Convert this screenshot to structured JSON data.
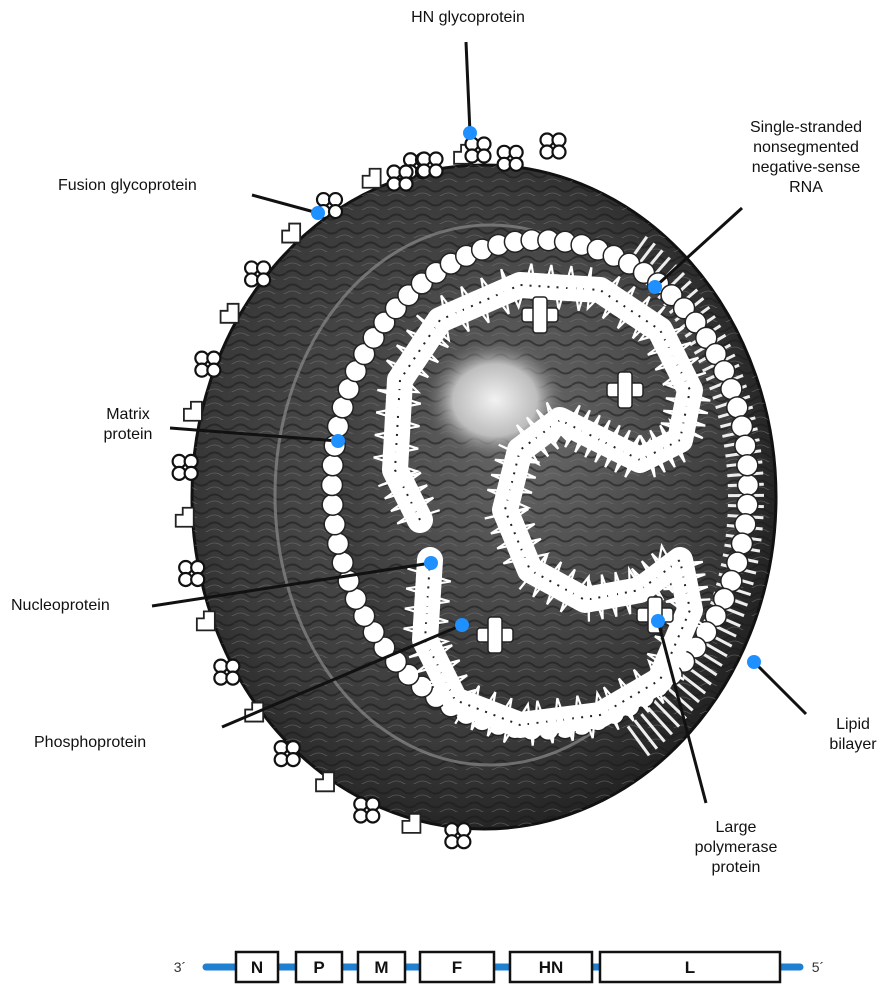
{
  "labels": {
    "hn": "HN glycoprotein",
    "fusion": "Fusion glycoprotein",
    "rna": [
      "Single-stranded",
      "nonsegmented",
      "negative-sense",
      "RNA"
    ],
    "matrix": [
      "Matrix",
      "protein"
    ],
    "nucleoprotein": "Nucleoprotein",
    "phosphoprotein": "Phosphoprotein",
    "lipid": [
      "Lipid",
      "bilayer"
    ],
    "polymerase": [
      "Large",
      "polymerase",
      "protein"
    ]
  },
  "genome": {
    "end3": "3´",
    "end5": "5´",
    "genes": [
      "N",
      "P",
      "M",
      "F",
      "HN",
      "L"
    ]
  },
  "colors": {
    "pointer": "#1e90ff",
    "shell_dark": "#2b2b2b",
    "shell_mid": "#4a4a4a",
    "genome_line": "#1f7fd0"
  }
}
